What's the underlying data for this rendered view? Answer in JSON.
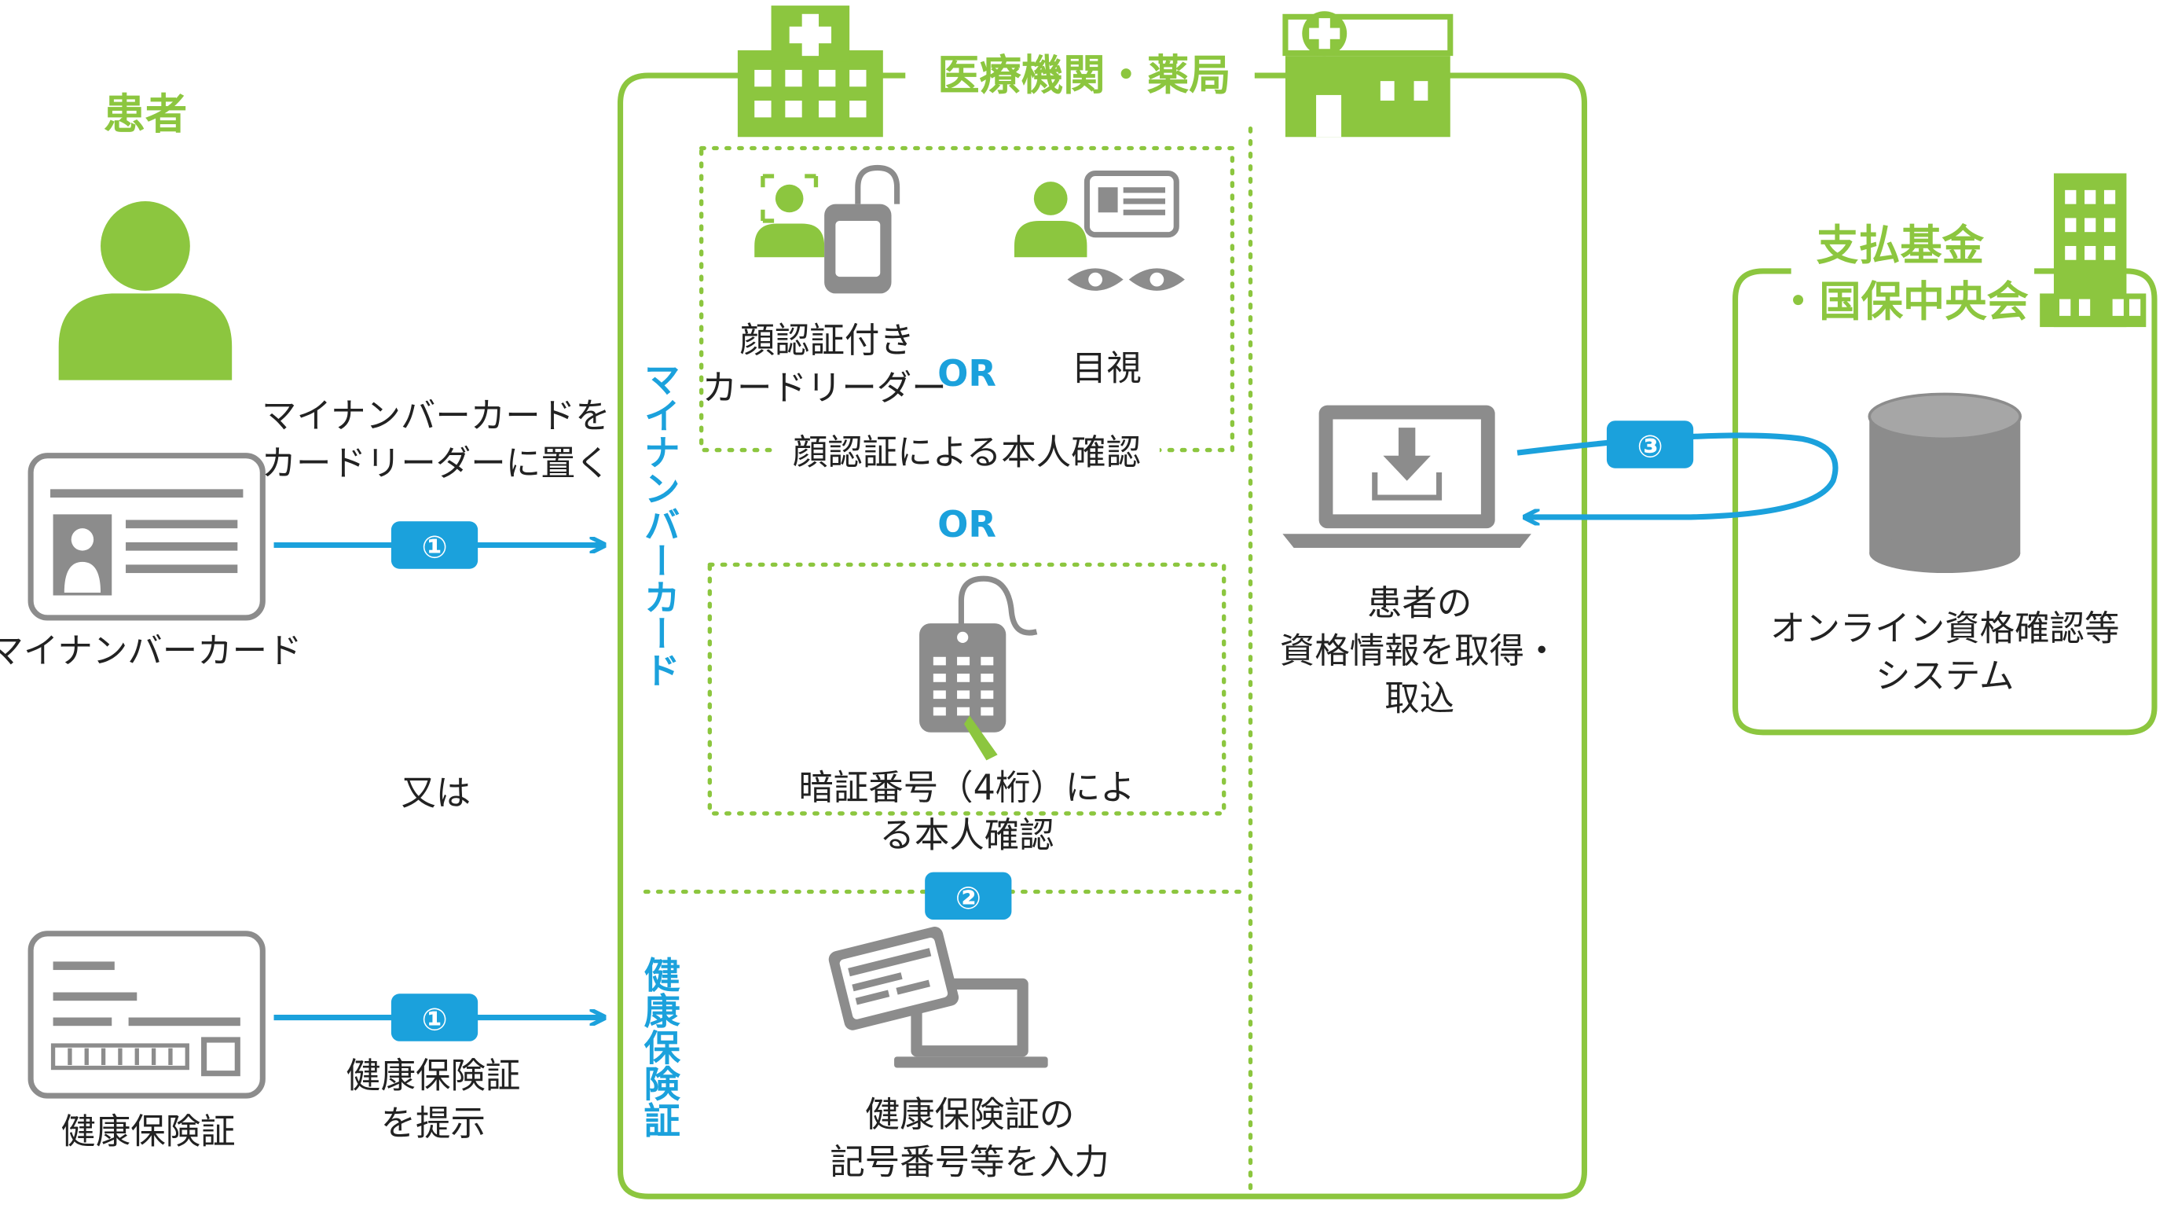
{
  "colors": {
    "green": "#8cc63f",
    "blue": "#1ba1dc",
    "gray": "#8c8c8c",
    "text": "#222222"
  },
  "patient": {
    "title": "患者",
    "mynumber_card_label": "マイナンバーカード",
    "or_text": "又は",
    "insurance_card_label": "健康保険証",
    "place_card_line1": "マイナンバーカードを",
    "place_card_line2": "カードリーダーに置く",
    "present_card_line1": "健康保険証",
    "present_card_line2": "を提示",
    "step1": "①"
  },
  "facility": {
    "title": "医療機関・薬局",
    "mynumber_vertical": "マイナンバーカード",
    "insurance_vertical": "健康保険証",
    "face_reader_line1": "顔認証付き",
    "face_reader_line2": "カードリーダー",
    "or": "OR",
    "visual_check": "目視",
    "face_auth_caption": "顔認証による本人確認",
    "pin_line1": "暗証番号（4桁）によ",
    "pin_line2": "る本人確認",
    "step2": "②",
    "insurance_input_line1": "健康保険証の",
    "insurance_input_line2": "記号番号等を入力",
    "fetch_line1": "患者の",
    "fetch_line2": "資格情報を取得・",
    "fetch_line3": "取込"
  },
  "fund": {
    "title_line1": "支払基金",
    "title_line2": "・国保中央会",
    "system_line1": "オンライン資格確認等",
    "system_line2": "システム",
    "step3": "③"
  },
  "icons": [
    "person-icon",
    "mynumber-card-icon",
    "insurance-card-icon",
    "hospital-icon",
    "pharmacy-icon",
    "face-reader-icon",
    "visual-check-icon",
    "eye-icon",
    "pin-pad-icon",
    "card-laptop-icon",
    "download-laptop-icon",
    "office-building-icon",
    "database-icon"
  ]
}
